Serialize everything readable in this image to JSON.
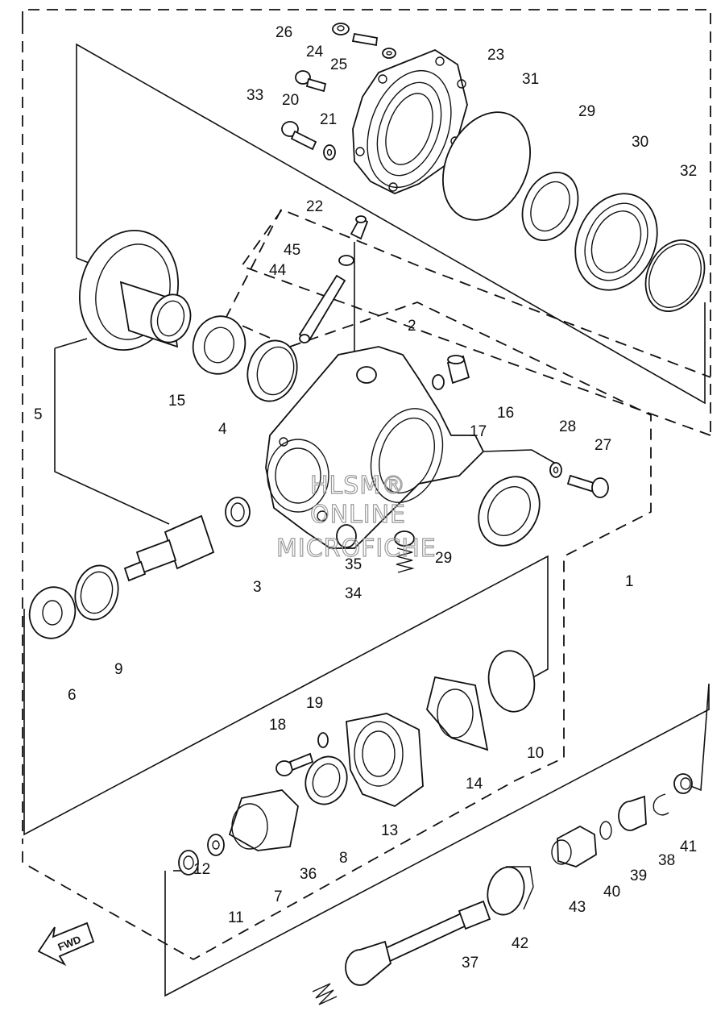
{
  "watermark": {
    "line1": "HLSM®",
    "line2": "ONLINE",
    "line3": "MICROFICHE"
  },
  "fwd_label": "FWD",
  "callouts": [
    {
      "id": "26",
      "label": "26"
    },
    {
      "id": "24",
      "label": "24"
    },
    {
      "id": "25",
      "label": "25"
    },
    {
      "id": "23",
      "label": "23"
    },
    {
      "id": "31",
      "label": "31"
    },
    {
      "id": "33",
      "label": "33"
    },
    {
      "id": "20",
      "label": "20"
    },
    {
      "id": "21",
      "label": "21"
    },
    {
      "id": "29a",
      "label": "29"
    },
    {
      "id": "30",
      "label": "30"
    },
    {
      "id": "32",
      "label": "32"
    },
    {
      "id": "22",
      "label": "22"
    },
    {
      "id": "45",
      "label": "45"
    },
    {
      "id": "44",
      "label": "44"
    },
    {
      "id": "2",
      "label": "2"
    },
    {
      "id": "15",
      "label": "15"
    },
    {
      "id": "16",
      "label": "16"
    },
    {
      "id": "17",
      "label": "17"
    },
    {
      "id": "5",
      "label": "5"
    },
    {
      "id": "4",
      "label": "4"
    },
    {
      "id": "28",
      "label": "28"
    },
    {
      "id": "27",
      "label": "27"
    },
    {
      "id": "3",
      "label": "3"
    },
    {
      "id": "35",
      "label": "35"
    },
    {
      "id": "29b",
      "label": "29"
    },
    {
      "id": "1",
      "label": "1"
    },
    {
      "id": "34",
      "label": "34"
    },
    {
      "id": "9",
      "label": "9"
    },
    {
      "id": "6",
      "label": "6"
    },
    {
      "id": "19",
      "label": "19"
    },
    {
      "id": "18",
      "label": "18"
    },
    {
      "id": "10",
      "label": "10"
    },
    {
      "id": "14",
      "label": "14"
    },
    {
      "id": "13",
      "label": "13"
    },
    {
      "id": "8",
      "label": "8"
    },
    {
      "id": "41",
      "label": "41"
    },
    {
      "id": "38",
      "label": "38"
    },
    {
      "id": "39",
      "label": "39"
    },
    {
      "id": "40",
      "label": "40"
    },
    {
      "id": "43",
      "label": "43"
    },
    {
      "id": "7",
      "label": "7"
    },
    {
      "id": "11",
      "label": "11"
    },
    {
      "id": "12",
      "label": "12"
    },
    {
      "id": "42",
      "label": "42"
    },
    {
      "id": "36",
      "label": "36"
    },
    {
      "id": "37",
      "label": "37"
    }
  ]
}
